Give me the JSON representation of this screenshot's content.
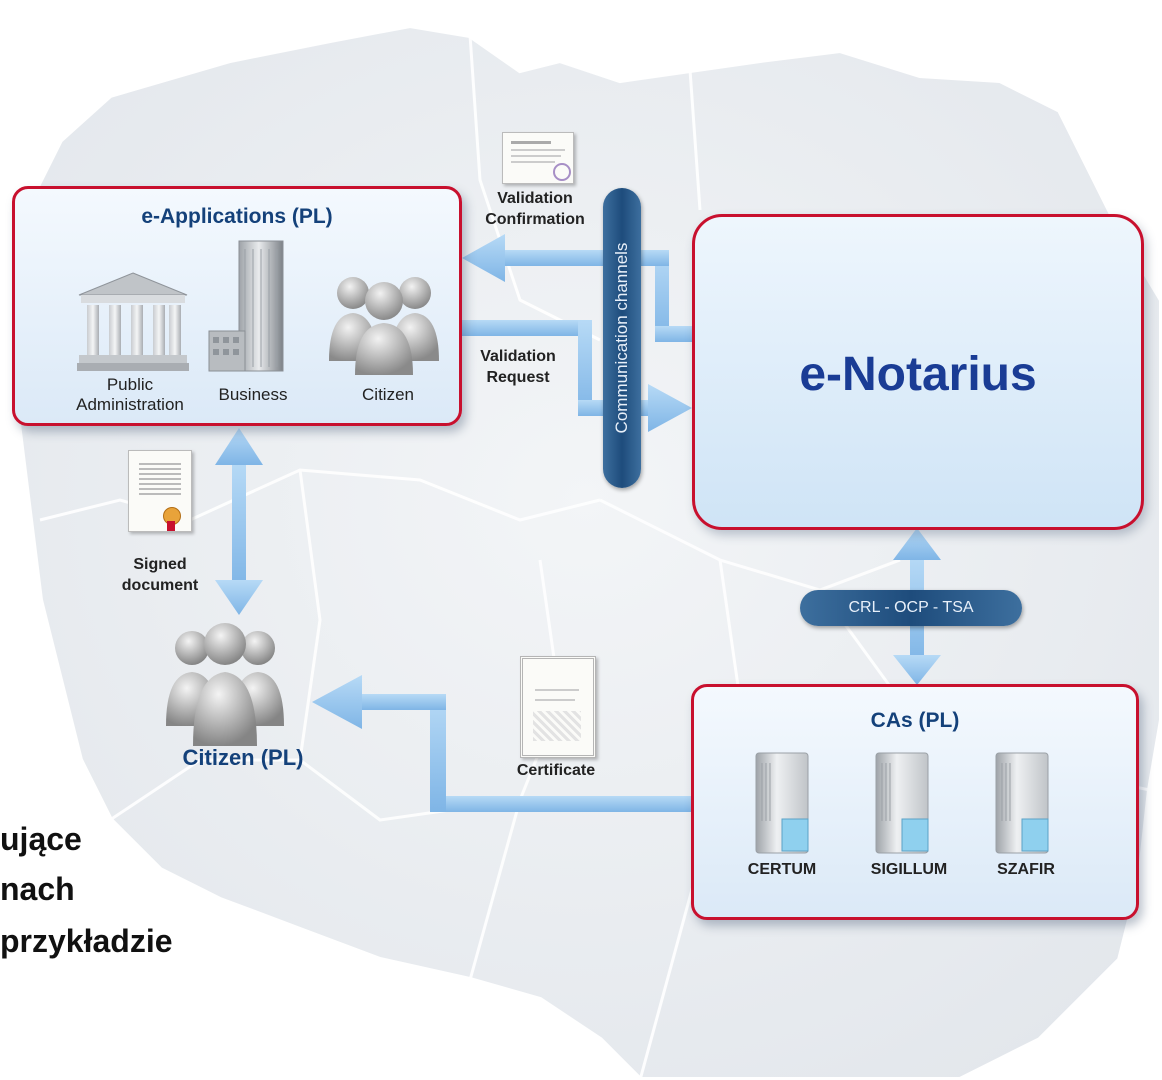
{
  "e_applications": {
    "title": "e-Applications (PL)",
    "items": [
      {
        "label": "Public\nAdministration",
        "icon": "government-building-icon"
      },
      {
        "label": "Business",
        "icon": "office-building-icon"
      },
      {
        "label": "Citizen",
        "icon": "people-group-icon"
      }
    ]
  },
  "e_notarius": {
    "title": "e-Notarius"
  },
  "communication_channels": "Communication channels",
  "validation_confirmation": "Validation\nConfirmation",
  "validation_request": "Validation\nRequest",
  "signed_document": "Signed\ndocument",
  "citizen": {
    "title": "Citizen (PL)"
  },
  "crl_pill": "CRL - OCP - TSA",
  "certificate": "Certificate",
  "cas": {
    "title": "CAs (PL)",
    "servers": [
      "CERTUM",
      "SIGILLUM",
      "SZAFIR"
    ]
  },
  "side_text": [
    "ujące",
    "nach",
    "przykładzie"
  ],
  "colors": {
    "panel_border": "#c8102e",
    "title_blue": "#14417a",
    "enotarius_blue": "#1a3c95",
    "arrow_blue": "#8fc1ec",
    "pill_blue": "#1e4c7c"
  }
}
